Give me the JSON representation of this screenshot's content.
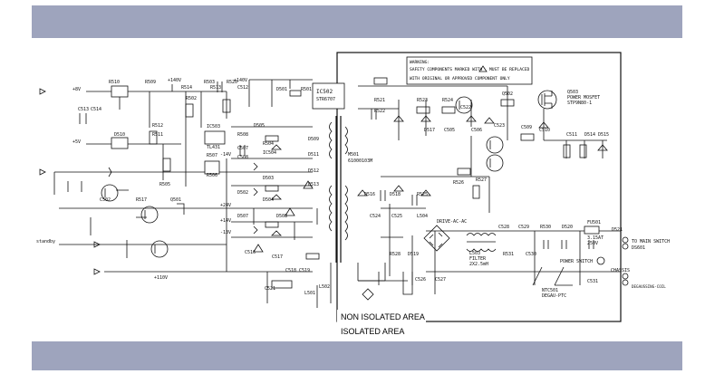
{
  "diagram": {
    "areas": {
      "non_isolated": "NON ISOLATED AREA",
      "isolated": "ISOLATED AREA"
    },
    "warning": {
      "title": "WARNING:",
      "line1": "SAFETY COMPONENTS MARKED WITH",
      "line1b": "MUST BE REPLACED",
      "line2": "WITH ORIGINAL OR APPROVED COMPONENT ONLY"
    },
    "transformer": {
      "ref": "M501",
      "part": "61000103M"
    },
    "ic": {
      "ref": "IC502",
      "part": "STR6707"
    },
    "mosfet": {
      "ref": "Q503",
      "line1": "POWER MOSFET",
      "line2": "STP9N80-1"
    },
    "inputs": {
      "standby": "standby",
      "to_main_switch_line1": "TO MAIN SWITCH",
      "to_main_switch_line2": "DS601",
      "degauss": "DEGAUSSING-COIL",
      "fuse": "FU501",
      "fuse_value": "3.15AT",
      "fuse_rating": "250V",
      "power_switch": "POWER SWITCH",
      "filter_ref": "L503",
      "filter_name": "FILTER",
      "filter_value": "2X2.5mH",
      "bridge": "DRIVE-AC-AC",
      "posistor": "NTC501",
      "posistor_value": "DEGAU-PTC",
      "chassis": "CHASSIS"
    },
    "voltages": {
      "plus8v": "+8V",
      "plus5v": "+5V",
      "plus140v": "+140V",
      "minus14v": "-14V",
      "plus14v": "+14V",
      "minus13v": "-13V",
      "plus24v": "+24V",
      "plus110v": "+110V",
      "plus140v_b": "+140V"
    },
    "labels": [
      "R510",
      "R509",
      "R514",
      "R513",
      "C513",
      "C514",
      "R503",
      "R520",
      "C512",
      "R502",
      "R512",
      "R511",
      "D510",
      "IC503",
      "TL431",
      "R507",
      "R506",
      "R505",
      "R508",
      "D505",
      "C507",
      "C508",
      "R504",
      "IC504",
      "D501",
      "R501",
      "C502",
      "R517",
      "Q501",
      "D502",
      "D503",
      "D504",
      "D507",
      "D508",
      "D509",
      "D511",
      "D512",
      "D513",
      "C516",
      "C517",
      "C518",
      "C519",
      "C521",
      "L501",
      "L502",
      "R521",
      "R522",
      "R523",
      "R524",
      "D517",
      "C505",
      "C506",
      "Q502",
      "C509",
      "C510",
      "C511",
      "D514",
      "D515",
      "D516",
      "D518",
      "R525",
      "R526",
      "R527",
      "C522",
      "C523",
      "C524",
      "C525",
      "L504",
      "R528",
      "D519",
      "C526",
      "C527",
      "C528",
      "C529",
      "R530",
      "D520",
      "R531",
      "C530",
      "C531",
      "D521"
    ]
  }
}
